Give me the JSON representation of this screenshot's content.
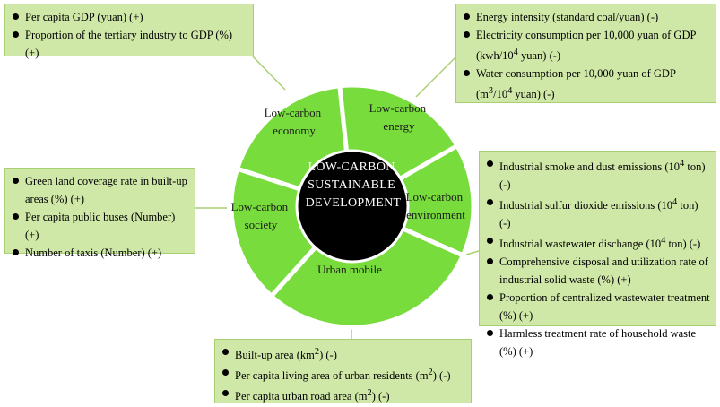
{
  "colors": {
    "segment_fill": "#77dc3c",
    "segment_separator": "#ffffff",
    "center_fill": "#000000",
    "center_text": "#ffffff",
    "box_fill": "#cfe8a8",
    "box_border": "#a9cf73",
    "connector": "#a9cf73"
  },
  "center": {
    "lines": [
      "LOW-CARBON",
      "SUSTAINABLE",
      "DEVELOPMENT"
    ]
  },
  "segments": {
    "economy": {
      "lines": [
        "Low-carbon",
        "economy"
      ]
    },
    "energy": {
      "lines": [
        "Low-carbon",
        "energy"
      ]
    },
    "environment": {
      "lines": [
        "Low-carbon",
        "environment"
      ]
    },
    "urban_mobile": {
      "lines": [
        "Urban mobile"
      ]
    },
    "society": {
      "lines": [
        "Low-carbon",
        "society"
      ]
    }
  },
  "boxes": {
    "economy": {
      "items": [
        "Per capita GDP (yuan) (+)",
        "Proportion of the tertiary industry to GDP (%) (+)"
      ]
    },
    "energy": {
      "items": [
        [
          "Energy intensity (standard coal/yuan) (-)"
        ],
        [
          "Electricity consumption per 10,000 yuan of GDP"
        ],
        [
          "(kwh/10",
          "4",
          " yuan) (-)"
        ],
        [
          "Water consumption per 10,000 yuan of GDP"
        ],
        [
          "(m",
          "3",
          "/10",
          "4",
          " yuan) (-)"
        ]
      ]
    },
    "society": {
      "items": [
        "Green land coverage rate in built-up areas (%) (+)",
        "Per capita public buses (Number) (+)",
        "Number of taxis (Number) (+)"
      ]
    },
    "environment": {
      "items": [
        [
          "Industrial smoke and dust emissions (10",
          "4",
          " ton) (-)"
        ],
        [
          "Industrial sulfur dioxide emissions (10",
          "4",
          " ton) (-)"
        ],
        [
          "Industrial wastewater dischange (10",
          "4",
          " ton) (-)"
        ],
        [
          "Comprehensive disposal and utilization rate of industrial solid waste (%) (+)"
        ],
        [
          "Proportion of centralized wastewater treatment (%) (+)"
        ],
        [
          "Harmless treatment rate of household waste (%) (+)"
        ]
      ]
    },
    "urban_mobile": {
      "items": [
        [
          "Built-up area (km",
          "2",
          ") (-)"
        ],
        [
          "Per capita living area of urban residents (m",
          "2",
          ") (-)"
        ],
        [
          "Per capita urban road area (m",
          "2",
          ") (-)"
        ]
      ]
    }
  }
}
